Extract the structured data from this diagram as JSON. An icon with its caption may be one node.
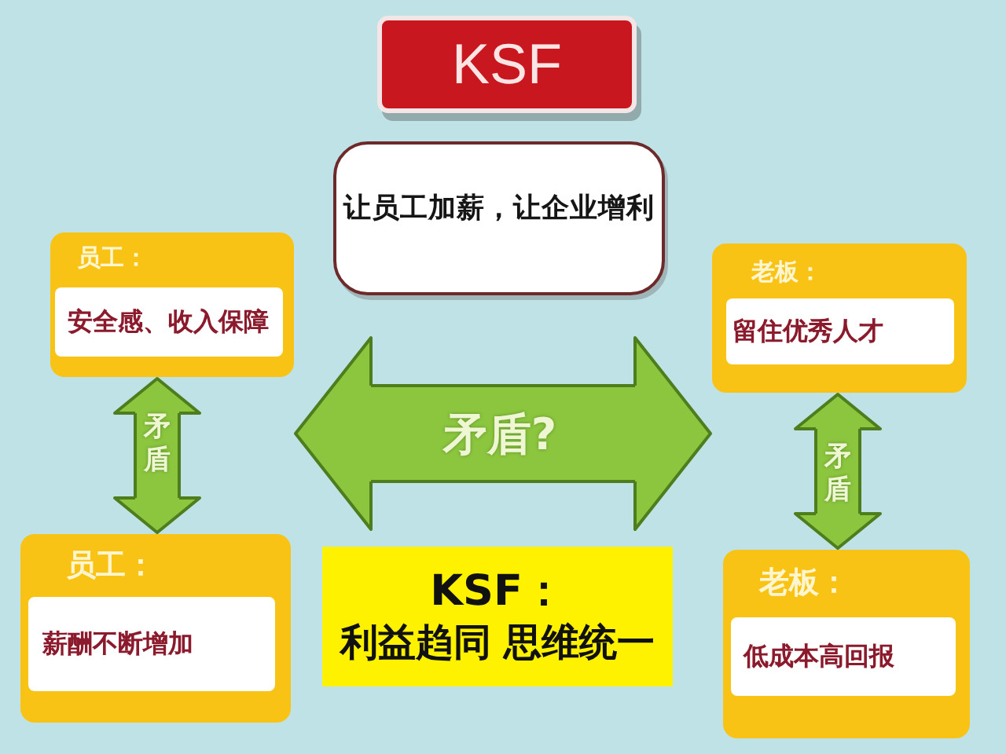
{
  "diagram": {
    "nodes": [
      {
        "text": [
          "KSF"
        ]
      },
      {
        "text": [
          "让员工加薪，让企业增利"
        ]
      },
      {
        "text": [
          "员工："
        ]
      },
      {
        "text": [
          "安全感、收入保障"
        ],
        "in": 2
      },
      {
        "text": [
          "老板："
        ]
      },
      {
        "text": [
          "留住优秀人才"
        ],
        "in": 4
      },
      {
        "text": [
          "员工："
        ]
      },
      {
        "text": [
          "薪酬不断增加"
        ],
        "in": 6
      },
      {
        "text": [
          "KSF：",
          "利益趋同 思维统一"
        ]
      },
      {
        "text": [
          "老板："
        ]
      },
      {
        "text": [
          "低成本高回报"
        ],
        "in": 9
      }
    ],
    "edges": [
      {
        "from": 2,
        "to": 6,
        "arrow": "both",
        "label": "矛盾"
      },
      {
        "from": 4,
        "to": 9,
        "arrow": "both",
        "label": "矛盾"
      },
      {
        "from": 2,
        "to": 4,
        "arrow": "both",
        "label": "矛盾?"
      }
    ]
  }
}
